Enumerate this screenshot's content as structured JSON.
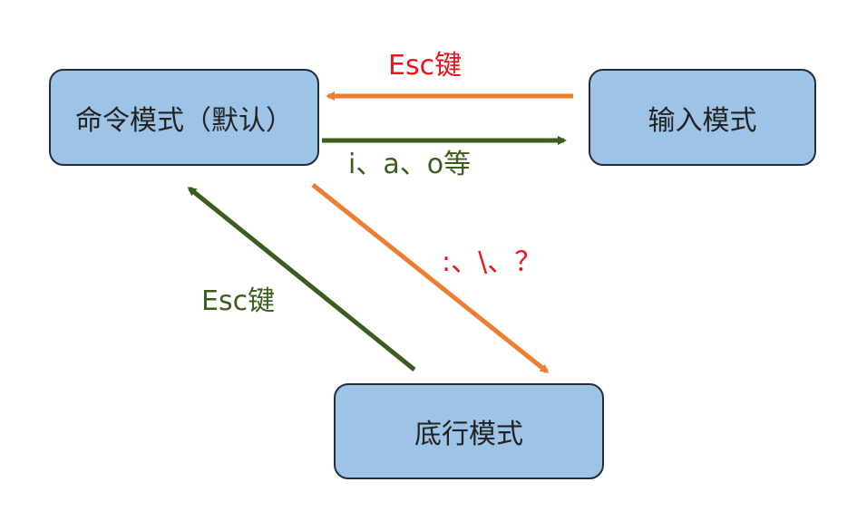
{
  "colors": {
    "node_fill": "#9dc3e6",
    "orange": "#ed7d31",
    "green": "#3b5e1e",
    "red": "#e8141a"
  },
  "nodes": {
    "command_mode": "命令模式（默认）",
    "insert_mode": "输入模式",
    "last_line_mode": "底行模式"
  },
  "edges": {
    "insert_to_command": "Esc键",
    "command_to_insert": "i、a、o等",
    "command_to_last_line": ":、\\、？",
    "last_line_to_command": "Esc键"
  }
}
